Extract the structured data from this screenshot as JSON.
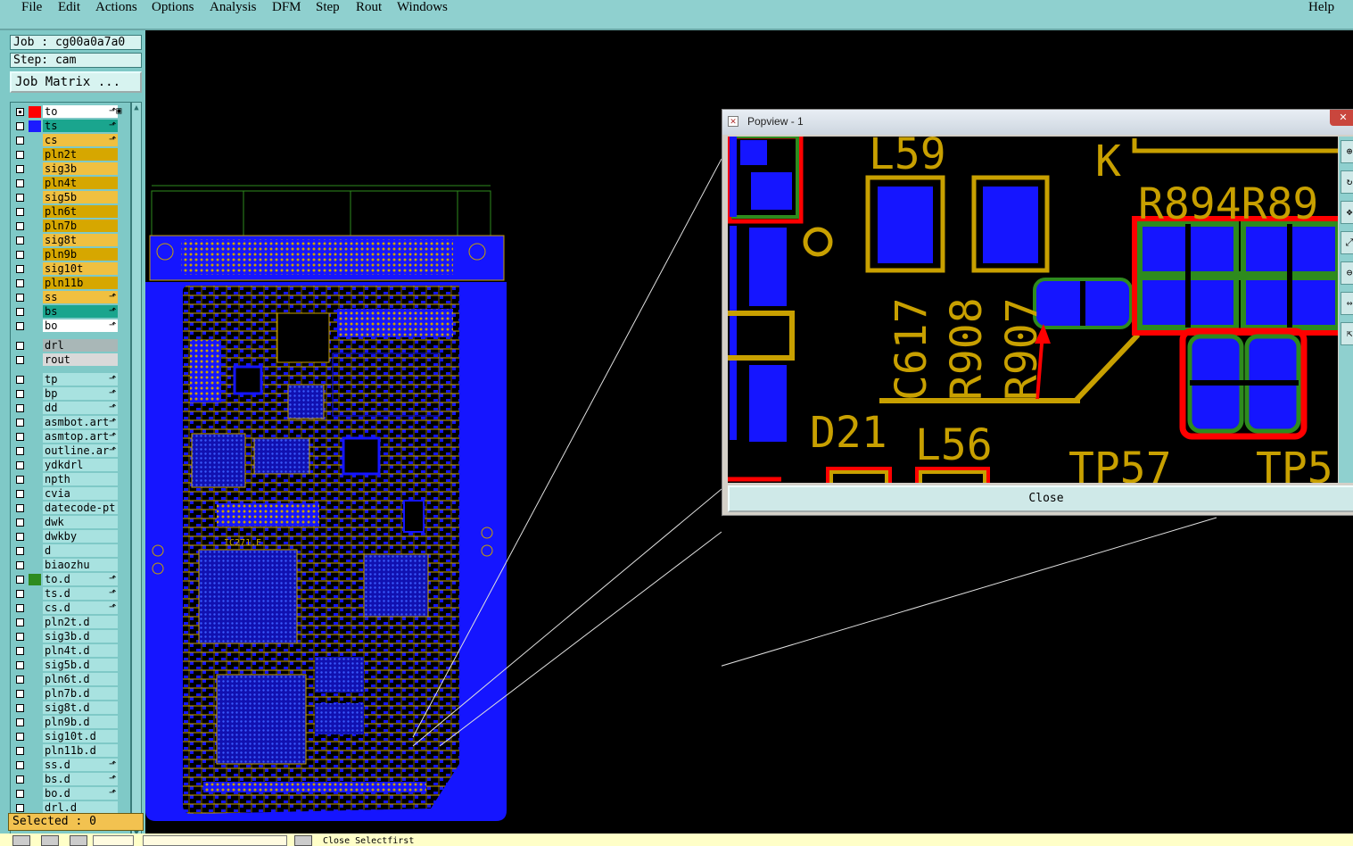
{
  "menu": {
    "items": [
      "File",
      "Edit",
      "Actions",
      "Options",
      "Analysis",
      "DFM",
      "Step",
      "Rout",
      "Windows"
    ],
    "help": "Help"
  },
  "job": {
    "job_label": "Job : cg00a0a7a0",
    "step_label": "Step: cam",
    "matrix_button": "Job Matrix ..."
  },
  "layers": [
    {
      "name": "to",
      "color": "#ffffff",
      "swatch": "#ff0000",
      "sym": "⬏▣",
      "on": true
    },
    {
      "name": "ts",
      "color": "#1aa58e",
      "swatch": "#1b1bff",
      "sym": "⬏",
      "on": false
    },
    {
      "name": "cs",
      "color": "#f0c040",
      "swatch": "",
      "sym": "⬏",
      "on": false
    },
    {
      "name": "pln2t",
      "color": "#d6a700",
      "swatch": "",
      "sym": "",
      "on": false
    },
    {
      "name": "sig3b",
      "color": "#f0c040",
      "swatch": "",
      "sym": "",
      "on": false
    },
    {
      "name": "pln4t",
      "color": "#d6a700",
      "swatch": "",
      "sym": "",
      "on": false
    },
    {
      "name": "sig5b",
      "color": "#f0c040",
      "swatch": "",
      "sym": "",
      "on": false
    },
    {
      "name": "pln6t",
      "color": "#d6a700",
      "swatch": "",
      "sym": "",
      "on": false
    },
    {
      "name": "pln7b",
      "color": "#d6a700",
      "swatch": "",
      "sym": "",
      "on": false
    },
    {
      "name": "sig8t",
      "color": "#f0c040",
      "swatch": "",
      "sym": "",
      "on": false
    },
    {
      "name": "pln9b",
      "color": "#d6a700",
      "swatch": "",
      "sym": "",
      "on": false
    },
    {
      "name": "sig10t",
      "color": "#f0c040",
      "swatch": "",
      "sym": "",
      "on": false
    },
    {
      "name": "pln11b",
      "color": "#d6a700",
      "swatch": "",
      "sym": "",
      "on": false
    },
    {
      "name": "ss",
      "color": "#f0c040",
      "swatch": "",
      "sym": "⬏",
      "on": false
    },
    {
      "name": "bs",
      "color": "#1aa58e",
      "swatch": "",
      "sym": "⬏",
      "on": false
    },
    {
      "name": "bo",
      "color": "#ffffff",
      "swatch": "",
      "sym": "⬏",
      "on": false
    },
    {
      "name": "drl",
      "color": "#a9b7b7",
      "swatch": "",
      "sym": "",
      "on": false
    },
    {
      "name": "rout",
      "color": "#d9d9d9",
      "swatch": "",
      "sym": "",
      "on": false
    },
    {
      "name": "tp",
      "color": "#a8e2e0",
      "swatch": "",
      "sym": "⬏",
      "on": false
    },
    {
      "name": "bp",
      "color": "#a8e2e0",
      "swatch": "",
      "sym": "⬏",
      "on": false
    },
    {
      "name": "dd",
      "color": "#a8e2e0",
      "swatch": "",
      "sym": "⬏",
      "on": false
    },
    {
      "name": "asmbot.art",
      "color": "#a8e2e0",
      "swatch": "",
      "sym": "⬏",
      "on": false
    },
    {
      "name": "asmtop.art",
      "color": "#a8e2e0",
      "swatch": "",
      "sym": "⬏",
      "on": false
    },
    {
      "name": "outline.ar",
      "color": "#a8e2e0",
      "swatch": "",
      "sym": "⬏",
      "on": false
    },
    {
      "name": "ydkdrl",
      "color": "#a8e2e0",
      "swatch": "",
      "sym": "",
      "on": false
    },
    {
      "name": "npth",
      "color": "#a8e2e0",
      "swatch": "",
      "sym": "",
      "on": false
    },
    {
      "name": "cvia",
      "color": "#a8e2e0",
      "swatch": "",
      "sym": "",
      "on": false
    },
    {
      "name": "datecode-pt",
      "color": "#a8e2e0",
      "swatch": "",
      "sym": "",
      "on": false
    },
    {
      "name": "dwk",
      "color": "#a8e2e0",
      "swatch": "",
      "sym": "",
      "on": false
    },
    {
      "name": "dwkby",
      "color": "#a8e2e0",
      "swatch": "",
      "sym": "",
      "on": false
    },
    {
      "name": "d",
      "color": "#a8e2e0",
      "swatch": "",
      "sym": "",
      "on": false
    },
    {
      "name": "biaozhu",
      "color": "#a8e2e0",
      "swatch": "",
      "sym": "",
      "on": false
    },
    {
      "name": "to.d",
      "color": "#a8e2e0",
      "swatch": "#2e8b1e",
      "sym": "⬏",
      "on": false
    },
    {
      "name": "ts.d",
      "color": "#a8e2e0",
      "swatch": "",
      "sym": "⬏",
      "on": false
    },
    {
      "name": "cs.d",
      "color": "#a8e2e0",
      "swatch": "",
      "sym": "⬏",
      "on": false
    },
    {
      "name": "pln2t.d",
      "color": "#a8e2e0",
      "swatch": "",
      "sym": "",
      "on": false
    },
    {
      "name": "sig3b.d",
      "color": "#a8e2e0",
      "swatch": "",
      "sym": "",
      "on": false
    },
    {
      "name": "pln4t.d",
      "color": "#a8e2e0",
      "swatch": "",
      "sym": "",
      "on": false
    },
    {
      "name": "sig5b.d",
      "color": "#a8e2e0",
      "swatch": "",
      "sym": "",
      "on": false
    },
    {
      "name": "pln6t.d",
      "color": "#a8e2e0",
      "swatch": "",
      "sym": "",
      "on": false
    },
    {
      "name": "pln7b.d",
      "color": "#a8e2e0",
      "swatch": "",
      "sym": "",
      "on": false
    },
    {
      "name": "sig8t.d",
      "color": "#a8e2e0",
      "swatch": "",
      "sym": "",
      "on": false
    },
    {
      "name": "pln9b.d",
      "color": "#a8e2e0",
      "swatch": "",
      "sym": "",
      "on": false
    },
    {
      "name": "sig10t.d",
      "color": "#a8e2e0",
      "swatch": "",
      "sym": "",
      "on": false
    },
    {
      "name": "pln11b.d",
      "color": "#a8e2e0",
      "swatch": "",
      "sym": "",
      "on": false
    },
    {
      "name": "ss.d",
      "color": "#a8e2e0",
      "swatch": "",
      "sym": "⬏",
      "on": false
    },
    {
      "name": "bs.d",
      "color": "#a8e2e0",
      "swatch": "",
      "sym": "⬏",
      "on": false
    },
    {
      "name": "bo.d",
      "color": "#a8e2e0",
      "swatch": "",
      "sym": "⬏",
      "on": false
    },
    {
      "name": "drl.d",
      "color": "#a8e2e0",
      "swatch": "",
      "sym": "",
      "on": false
    }
  ],
  "selected_label": "Selected : 0",
  "board": {
    "part_label": "IC271.E"
  },
  "popview": {
    "title": "Popview - 1",
    "close_label": "Close",
    "labels": [
      "L59",
      "K",
      "R894R89",
      "C617",
      "R908",
      "R907",
      "D21",
      "L56",
      "TP57",
      "TP5"
    ]
  },
  "bottom": {
    "status": "Close Selectfirst"
  },
  "colors": {
    "copper": "#1515ff",
    "silk": "#c8a000",
    "mask": "#2e8b1e",
    "highlight": "#ff0000",
    "ui_teal": "#8fd0cf"
  }
}
